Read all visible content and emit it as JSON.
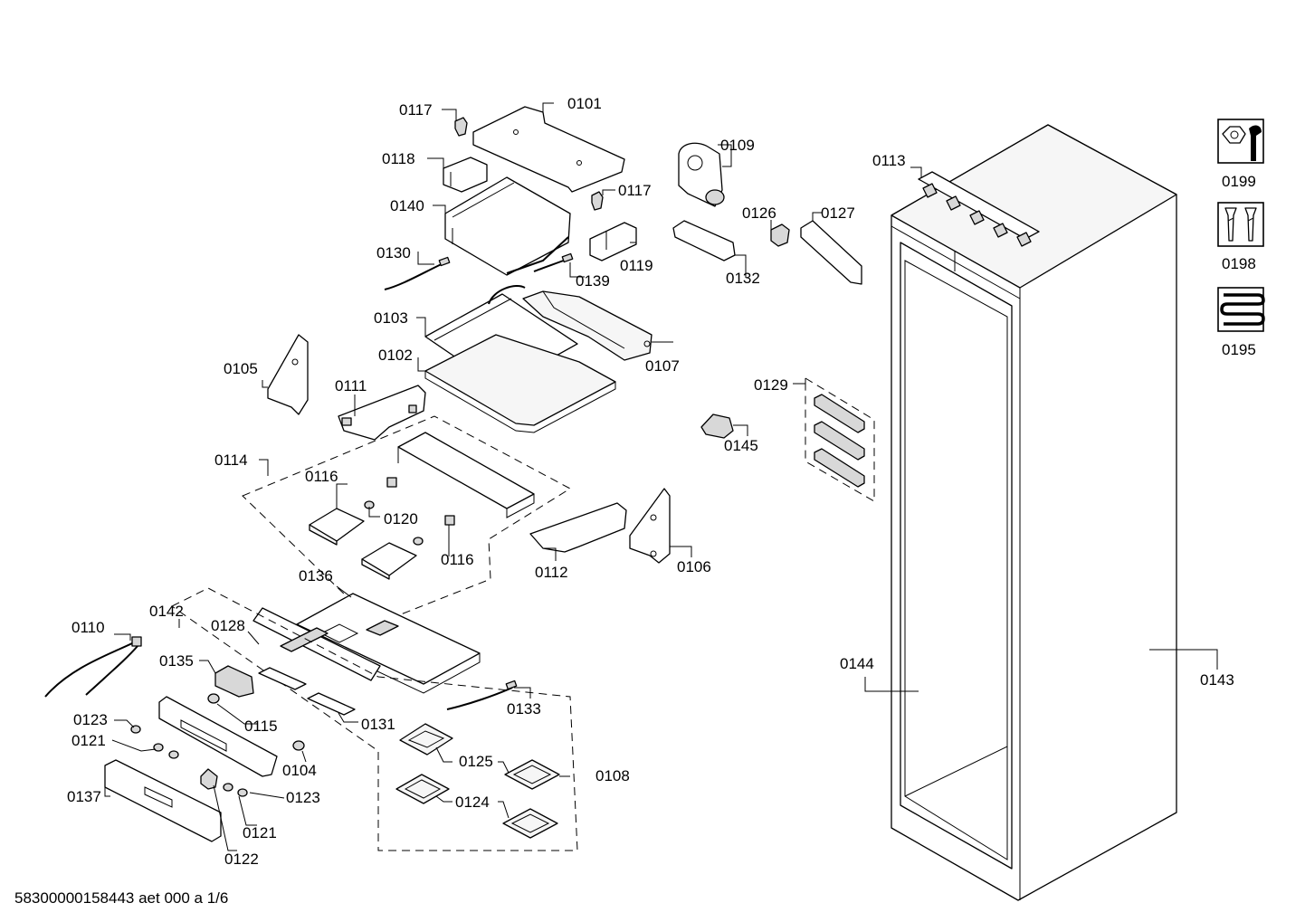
{
  "diagram": {
    "document_code": "58300000158443 aet 000 a 1/6",
    "labels": {
      "p0101": "0101",
      "p0102": "0102",
      "p0103": "0103",
      "p0104": "0104",
      "p0105": "0105",
      "p0106": "0106",
      "p0107": "0107",
      "p0108": "0108",
      "p0109": "0109",
      "p0110": "0110",
      "p0111": "0111",
      "p0112": "0112",
      "p0113": "0113",
      "p0114": "0114",
      "p0115": "0115",
      "p0116a": "0116",
      "p0116b": "0116",
      "p0117a": "0117",
      "p0117b": "0117",
      "p0118": "0118",
      "p0119": "0119",
      "p0120": "0120",
      "p0121a": "0121",
      "p0121b": "0121",
      "p0122": "0122",
      "p0123a": "0123",
      "p0123b": "0123",
      "p0124": "0124",
      "p0125": "0125",
      "p0126": "0126",
      "p0127": "0127",
      "p0128": "0128",
      "p0129": "0129",
      "p0130": "0130",
      "p0131": "0131",
      "p0132": "0132",
      "p0133": "0133",
      "p0135": "0135",
      "p0136": "0136",
      "p0137": "0137",
      "p0139": "0139",
      "p0140": "0140",
      "p0142": "0142",
      "p0143": "0143",
      "p0144": "0144",
      "p0145": "0145"
    },
    "legend": [
      {
        "icon": "wrench-nut-icon",
        "label": "0199"
      },
      {
        "icon": "screws-icon",
        "label": "0198"
      },
      {
        "icon": "heating-coil-icon",
        "label": "0195"
      }
    ]
  }
}
